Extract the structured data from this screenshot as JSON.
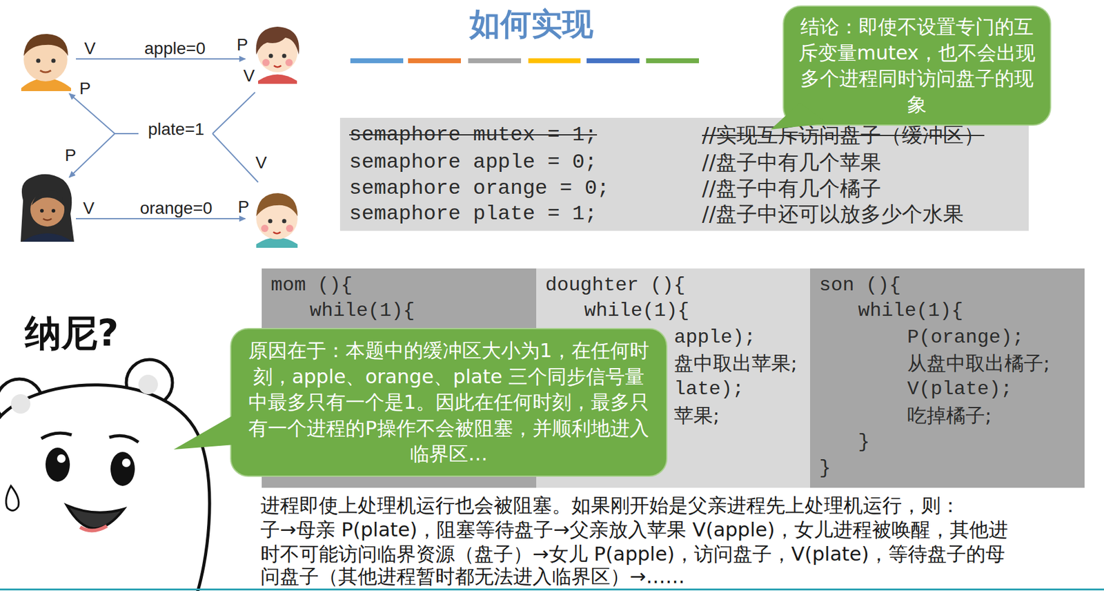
{
  "diagram": {
    "title": "如何实现",
    "nodes": [
      {
        "text": [
          "结论：即使不设置专门的互斥变量mutex，也不会出现多个进程同时访问盘子的现象"
        ]
      },
      {
        "text": [
          "semaphore mutex = 1;",
          "//实现互斥访问盘子（缓冲区）",
          "semaphore apple = 0;",
          "//盘子中有几个苹果",
          "semaphore orange = 0;",
          "//盘子中有几个橘子",
          "semaphore plate = 1;",
          "//盘子中还可以放多少个水果"
        ]
      },
      {
        "text": [
          "mom (){",
          "while(1){"
        ]
      },
      {
        "text": [
          "doughter (){",
          "while(1){",
          "apple);",
          "盘中取出苹果;",
          "late);",
          "苹果;"
        ]
      },
      {
        "text": [
          "son (){",
          "while(1){",
          "P(orange);",
          "从盘中取出橘子;",
          "V(plate);",
          "吃掉橘子;",
          "}",
          "}"
        ]
      },
      {
        "text": [
          "原因在于：本题中的缓冲区大小为1，在任何时刻，apple、orange、plate 三个同步信号量中最多只有一个是1。因此在任何时刻，最多只有一个进程的P操作不会被阻塞，并顺利地进入临界区…"
        ]
      }
    ],
    "labels": [
      "V",
      "apple=0",
      "P",
      "P",
      "V",
      "plate=1",
      "P",
      "V",
      "V",
      "orange=0",
      "P",
      "纳尼?",
      "进程即使上处理机运行也会被阻塞。如果刚开始是父亲进程先上处理机运行，则：",
      "子→母亲 P(plate)，阻塞等待盘子→父亲放入苹果 V(apple)，女儿进程被唤醒，其他进",
      "时不可能访问临界资源（盘子）→女儿 P(apple)，访问盘子，V(plate)，等待盘子的母",
      "问盘子（其他进程暂时都无法进入临界区）→……"
    ]
  }
}
